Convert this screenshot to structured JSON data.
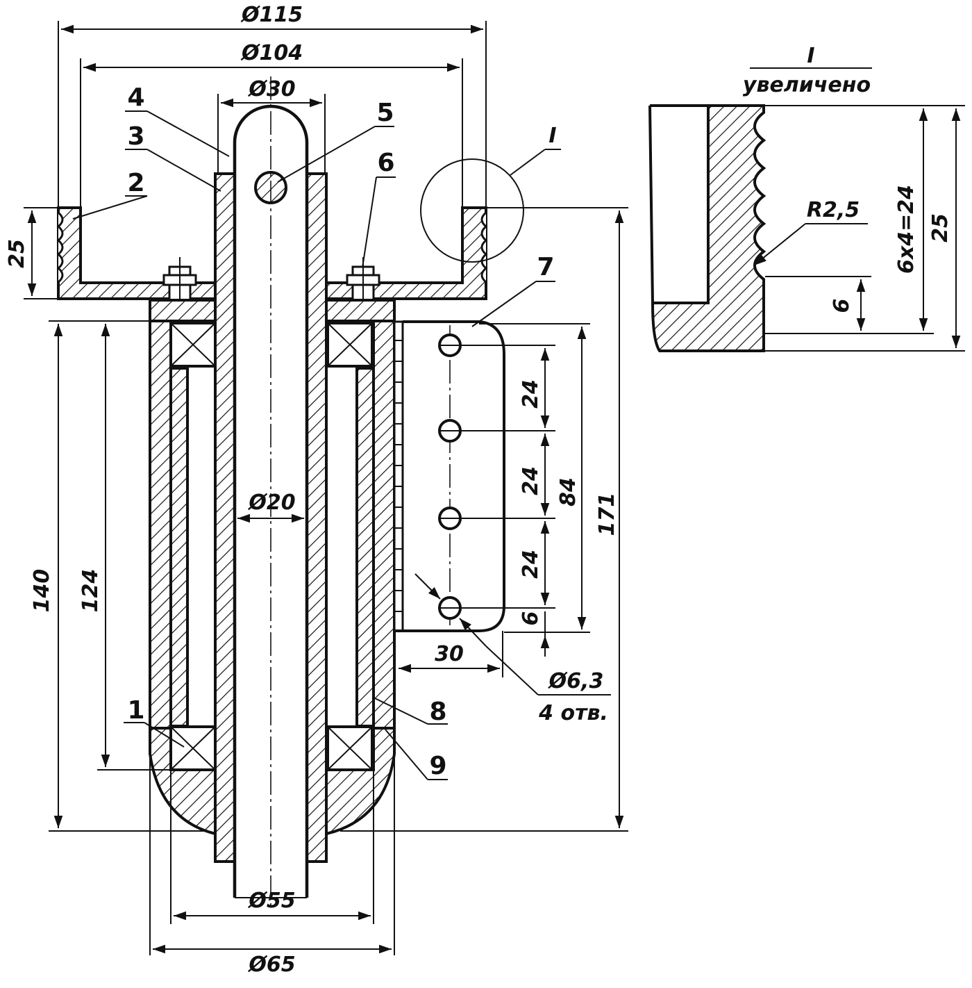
{
  "dimensions": {
    "d115": "Ø115",
    "d104": "Ø104",
    "d30": "Ø30",
    "d20": "Ø20",
    "d55": "Ø55",
    "d65": "Ø65",
    "h25": "25",
    "h140": "140",
    "h124": "124",
    "h171": "171",
    "h84": "84",
    "s24a": "24",
    "s24b": "24",
    "s24c": "24",
    "s6": "6",
    "w30": "30",
    "hole_d": "Ø6,3",
    "hole_n": "4 отв."
  },
  "parts": [
    "1",
    "2",
    "3",
    "4",
    "5",
    "6",
    "7",
    "8",
    "9"
  ],
  "detail": {
    "mark": "I",
    "caption": "увеличено",
    "radius": "R2,5",
    "pitch": "6x4=24",
    "height": "25",
    "step": "6"
  }
}
